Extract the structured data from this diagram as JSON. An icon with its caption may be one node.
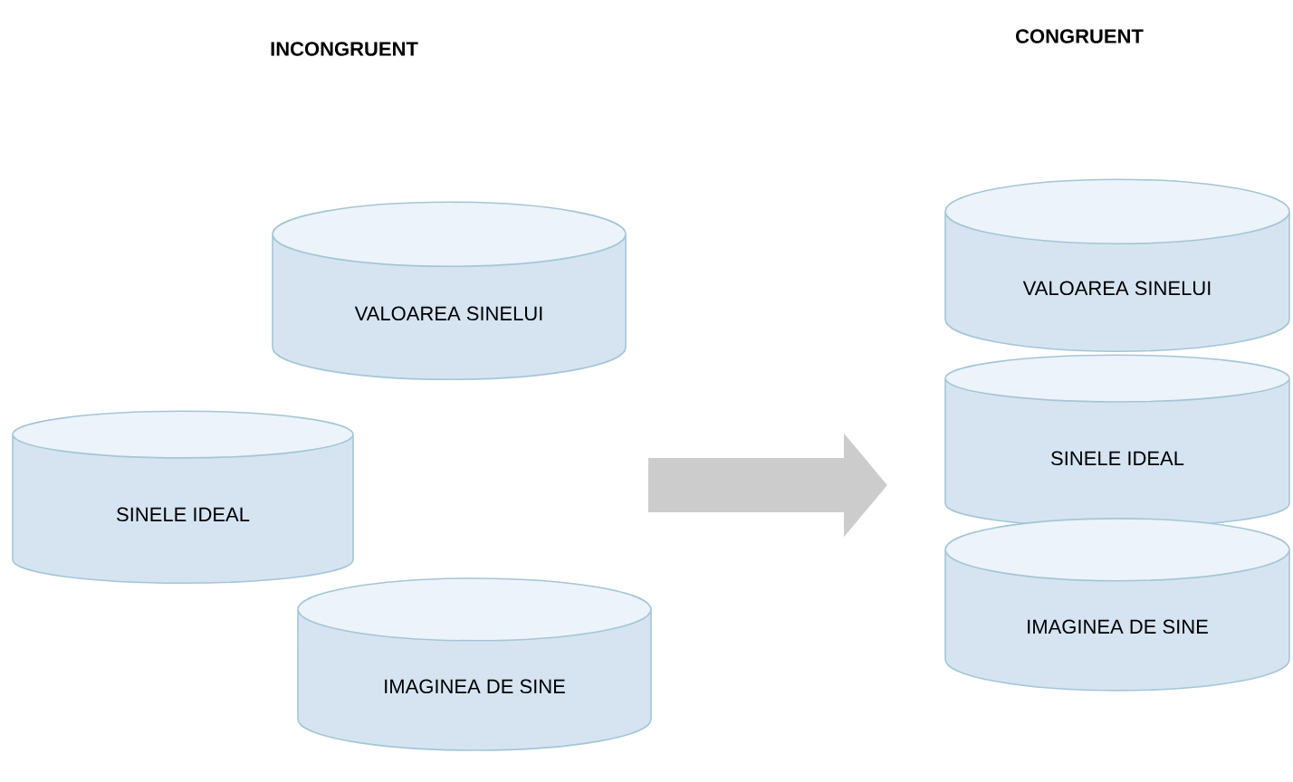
{
  "diagram": {
    "nodes": [
      {
        "text": [
          "VALOAREA SINELUI"
        ]
      },
      {
        "text": [
          "SINELE IDEAL"
        ]
      },
      {
        "text": [
          "IMAGINEA DE SINE"
        ]
      },
      {
        "text": [
          "VALOAREA SINELUI"
        ]
      },
      {
        "text": [
          "SINELE IDEAL"
        ]
      },
      {
        "text": [
          "IMAGINEA DE SINE"
        ]
      }
    ],
    "labels": [
      "INCONGRUENT",
      "CONGRUENT"
    ]
  }
}
